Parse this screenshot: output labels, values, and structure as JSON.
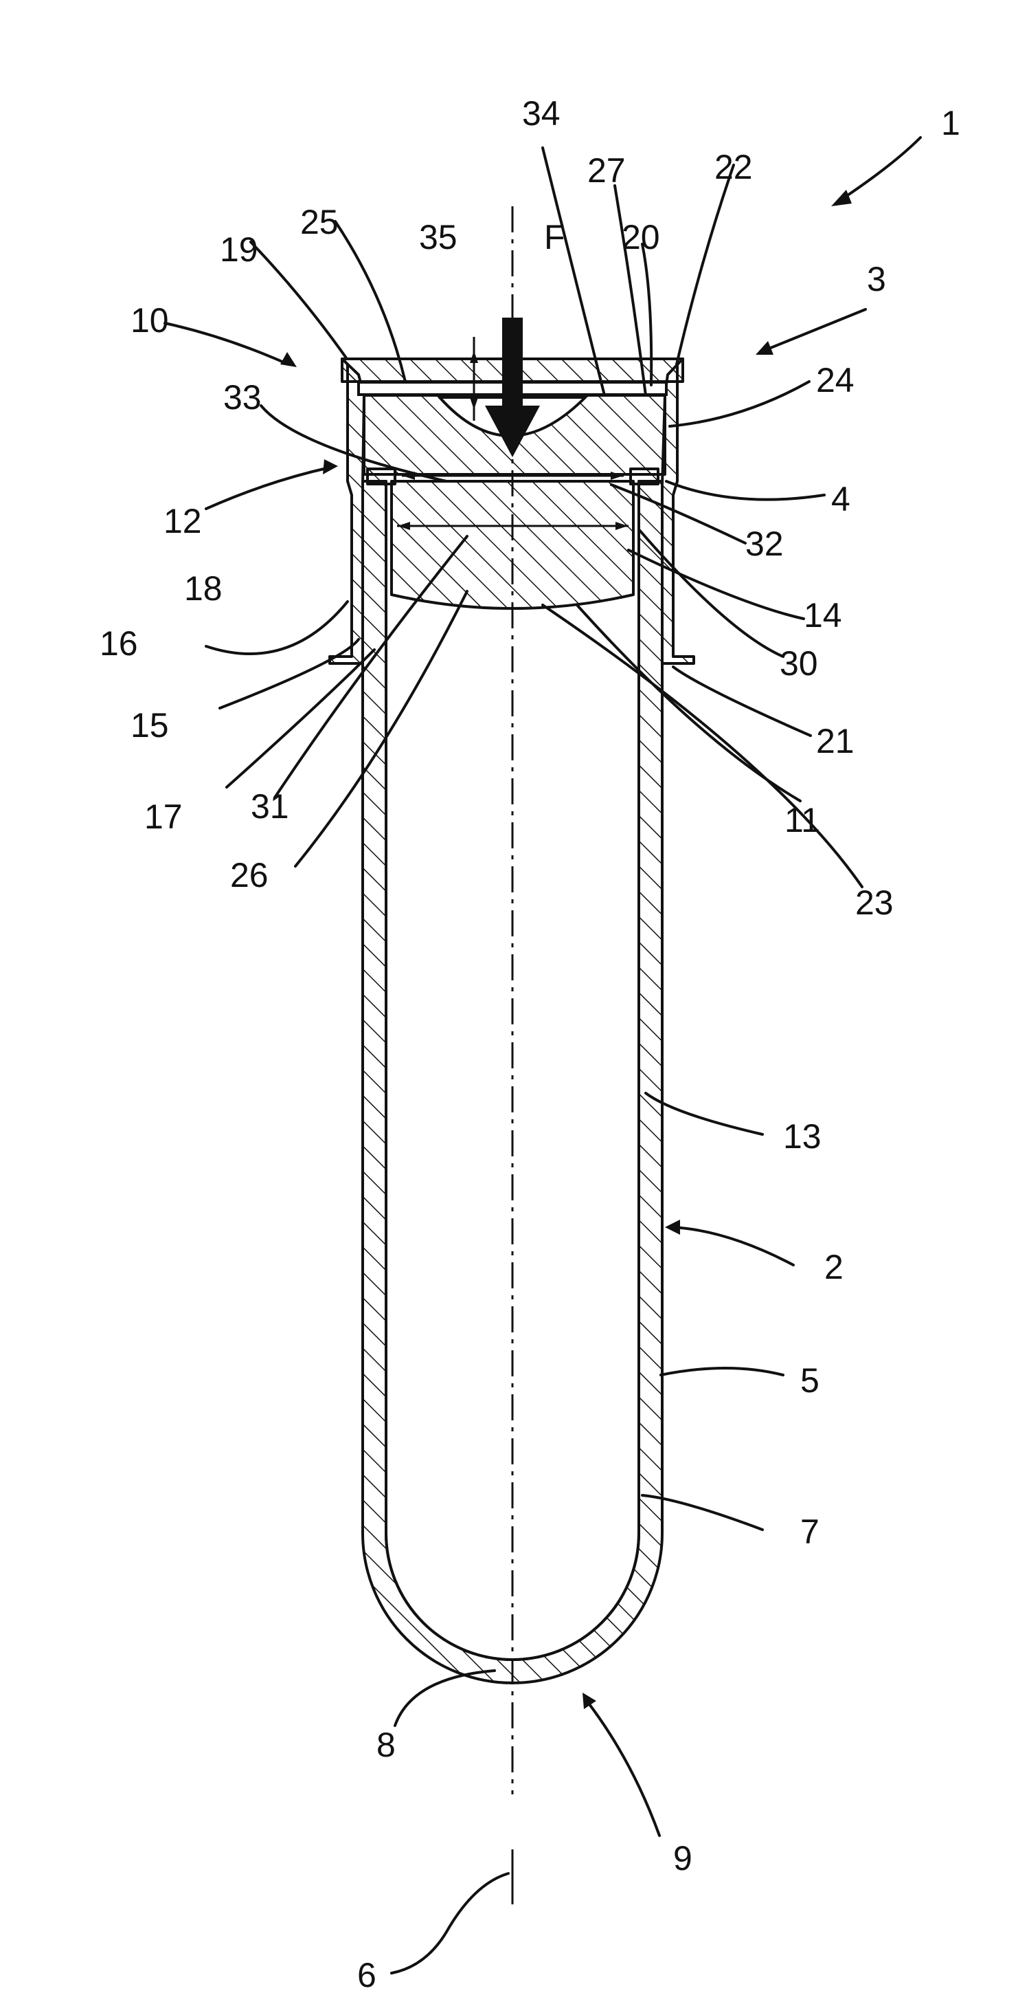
{
  "figure": {
    "labels": {
      "l1": "1",
      "l2": "2",
      "l3": "3",
      "l4": "4",
      "l5": "5",
      "l6": "6",
      "l7": "7",
      "l8": "8",
      "l9": "9",
      "l10": "10",
      "l11": "11",
      "l12": "12",
      "l13": "13",
      "l14": "14",
      "l15": "15",
      "l16": "16",
      "l17": "17",
      "l18": "18",
      "l19": "19",
      "l20": "20",
      "l21": "21",
      "l22": "22",
      "l23": "23",
      "l24": "24",
      "l25": "25",
      "l26": "26",
      "l27": "27",
      "l30": "30",
      "l31": "31",
      "l32": "32",
      "l33": "33",
      "l34": "34",
      "l35": "35",
      "lF": "F"
    }
  }
}
